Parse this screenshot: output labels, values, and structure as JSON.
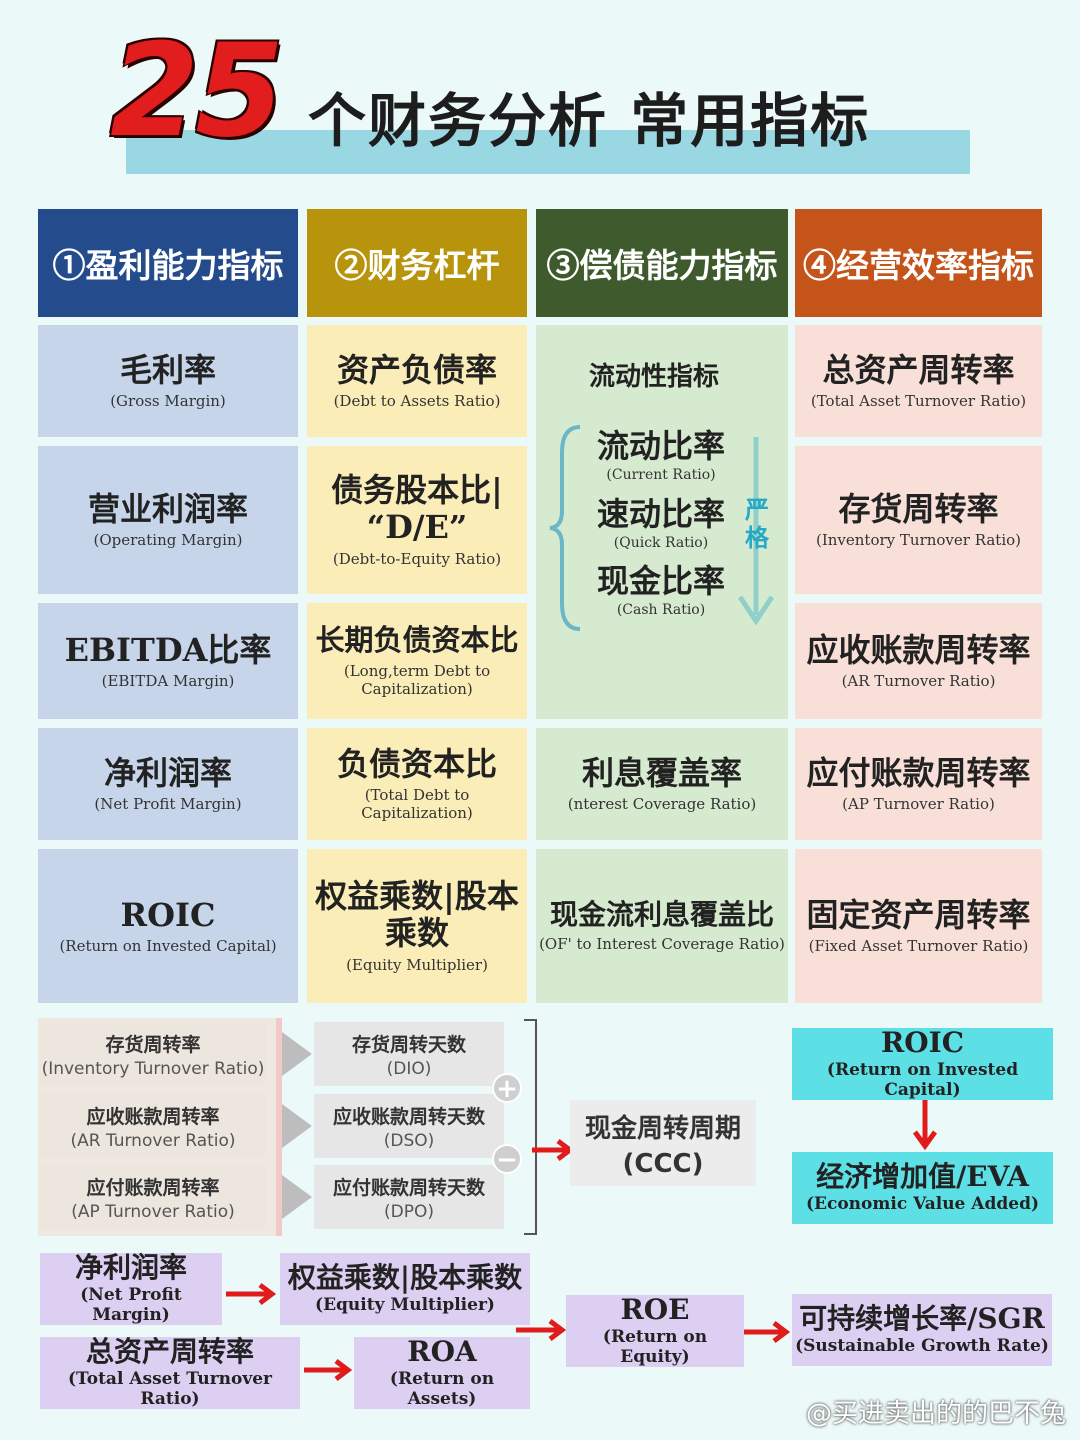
{
  "title": {
    "number": "25",
    "text": "个财务分析 常用指标"
  },
  "headers": [
    "①盈利能力指标",
    "②财务杠杆",
    "③偿债能力指标",
    "④经营效率指标"
  ],
  "header_colors": [
    "#244c8c",
    "#b8930c",
    "#3f5a2c",
    "#c4541a"
  ],
  "col1": [
    {
      "cn": "毛利率",
      "en": "(Gross Margin)"
    },
    {
      "cn": "营业利润率",
      "en": "(Operating Margin)"
    },
    {
      "cn": "EBITDA比率",
      "en": "(EBITDA Margin)"
    },
    {
      "cn": "净利润率",
      "en": "(Net Profit Margin)"
    },
    {
      "cn": "ROIC",
      "en": "(Return on Invested Capital)"
    }
  ],
  "col2": [
    {
      "cn": "资产负债率",
      "en": "(Debt to Assets Ratio)"
    },
    {
      "cn": "债务股本比|",
      "cn2": "“D/E”",
      "en": "(Debt-to-Equity Ratio)"
    },
    {
      "cn": "长期负债资本比",
      "en": "(Long,term Debt to",
      "en2": "Capitalization)"
    },
    {
      "cn": "负债资本比",
      "en": "(Total Debt to Capitalization)"
    },
    {
      "cn": "权益乘数|股本",
      "cn2": "乘数",
      "en": "(Equity Multiplier)"
    }
  ],
  "col3": {
    "group_title": "流动性指标",
    "items": [
      {
        "cn": "流动比率",
        "en": "(Current Ratio)"
      },
      {
        "cn": "速动比率",
        "en": "(Quick Ratio)"
      },
      {
        "cn": "现金比率",
        "en": "(Cash Ratio)"
      }
    ],
    "strict_label": [
      "严",
      "格"
    ],
    "interest": {
      "cn": "利息覆盖率",
      "en": "(nterest Coverage Ratio)"
    },
    "cash_interest": {
      "cn": "现金流利息覆盖比",
      "en": "(OF' to Interest Coverage Ratio)"
    }
  },
  "col4": [
    {
      "cn": "总资产周转率",
      "en": "(Total Asset Turnover Ratio)"
    },
    {
      "cn": "存货周转率",
      "en": "(Inventory Turnover Ratio)"
    },
    {
      "cn": "应收账款周转率",
      "en": "(AR Turnover Ratio)"
    },
    {
      "cn": "应付账款周转率",
      "en": "(AP Turnover Ratio)"
    },
    {
      "cn": "固定资产周转率",
      "en": "(Fixed Asset Turnover Ratio)"
    }
  ],
  "ccc": {
    "left": [
      {
        "cn": "存货周转率",
        "en": "(Inventory Turnover Ratio)"
      },
      {
        "cn": "应收账款周转率",
        "en": "(AR Turnover Ratio)"
      },
      {
        "cn": "应付账款周转率",
        "en": "(AP Turnover Ratio)"
      }
    ],
    "right": [
      {
        "cn": "存货周转天数",
        "en": "(DIO)"
      },
      {
        "cn": "应收账款周转天数",
        "en": "(DSO)"
      },
      {
        "cn": "应付账款周转天数",
        "en": "(DPO)"
      }
    ],
    "plus": "+",
    "minus": "−",
    "result": {
      "cn": "现金周转周期",
      "en": "(CCC)"
    }
  },
  "eva": {
    "top": {
      "cn": "ROIC",
      "en": "(Return on Invested Capital)"
    },
    "bottom": {
      "cn": "经济增加值/EVA",
      "en": "(Economic Value Added)"
    }
  },
  "dupont": {
    "npm": {
      "cn": "净利润率",
      "en": "(Net Profit Margin)"
    },
    "em": {
      "cn": "权益乘数|股本乘数",
      "en": "(Equity Multiplier)"
    },
    "tat": {
      "cn": "总资产周转率",
      "en": "(Total Asset Turnover Ratio)"
    },
    "roa": {
      "cn": "ROA",
      "en": "(Return on Assets)"
    },
    "roe": {
      "cn": "ROE",
      "en": "(Return on Equity)"
    },
    "sgr": {
      "cn": "可持续增长率/SGR",
      "en": "(Sustainable Growth Rate)"
    }
  },
  "watermark": "@买进卖出的的巴不兔"
}
